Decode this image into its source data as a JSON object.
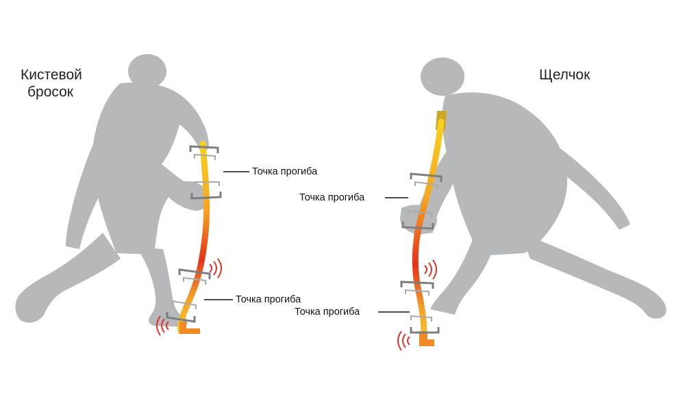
{
  "left": {
    "title_line1": "Кистевой",
    "title_line2": "бросок",
    "flex_point_upper": "Точка прогиба",
    "flex_point_lower": "Точка прогиба"
  },
  "right": {
    "title": "Щелчок",
    "flex_point_upper": "Точка прогиба",
    "flex_point_lower": "Точка прогиба"
  },
  "colors": {
    "silhouette": "#b7b8ba",
    "stick_top": "#f9d01e",
    "stick_mid": "#e3321b",
    "stick_blade": "#f08a24",
    "bracket": "#7d7e80",
    "vibration": "#d8352a"
  }
}
